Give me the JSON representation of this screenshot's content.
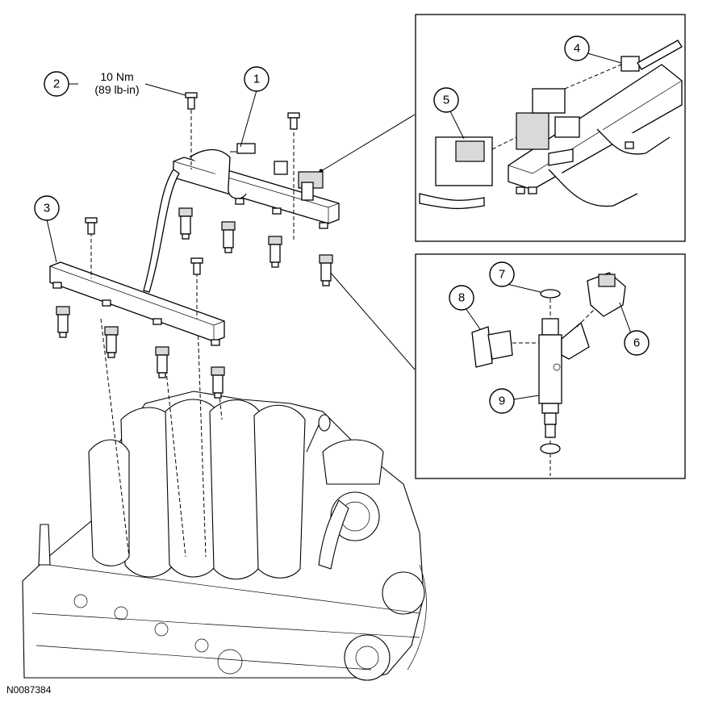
{
  "figure_id": "N0087384",
  "torque_spec": {
    "metric": "10 Nm",
    "imperial": "(89 lb-in)"
  },
  "callouts": [
    "1",
    "2",
    "3",
    "4",
    "5",
    "6",
    "7",
    "8",
    "9"
  ]
}
